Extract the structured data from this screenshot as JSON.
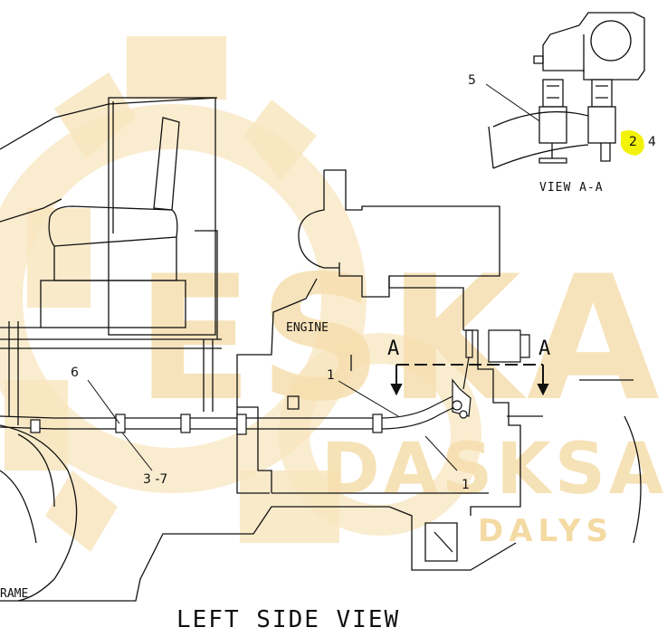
{
  "labels": {
    "callout_5": "5",
    "callout_2": "2",
    "callout_4": "4",
    "view_aa": "VIEW A-A",
    "engine": "ENGINE",
    "section_a_left": "A",
    "section_a_right": "A",
    "callout_1_top": "1",
    "callout_1_bottom": "1",
    "callout_6": "6",
    "callout_3_7": "3 -7",
    "frame": "RAME",
    "left_side_view": "LEFT SIDE VIEW"
  },
  "watermark": {
    "line1": "ESKA",
    "line2": "DASKSA",
    "line3": "DALYS"
  },
  "colors": {
    "line": "#111111",
    "watermark": "#f6dfb0",
    "highlight": "#f2f20a",
    "callout_2_text": "#2a9a2a"
  }
}
